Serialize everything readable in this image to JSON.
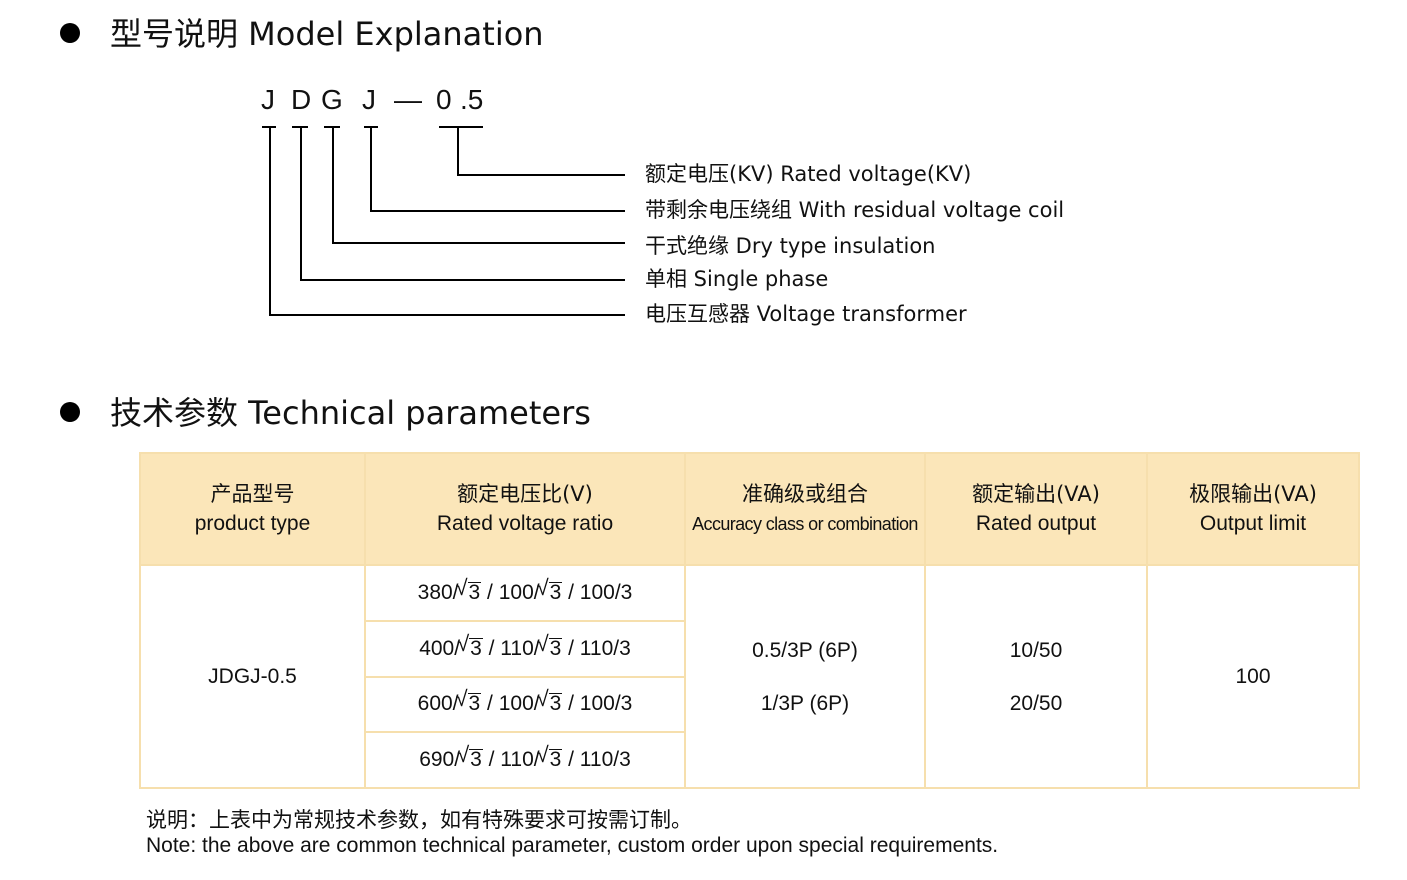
{
  "model_section": {
    "title": "型号说明 Model Explanation",
    "code": [
      "J",
      "D",
      "G",
      "J",
      "—",
      "0",
      ".5"
    ],
    "labels": [
      "额定电压(KV) Rated voltage(KV)",
      "带剩余电压绕组  With residual voltage coil",
      "干式绝缘 Dry type insulation",
      "单相 Single phase",
      "电压互感器 Voltage transformer"
    ]
  },
  "tech_section": {
    "title": "技术参数 Technical parameters",
    "headers": [
      {
        "zh": "产品型号",
        "en": "product type"
      },
      {
        "zh": "额定电压比(V)",
        "en": "Rated voltage ratio"
      },
      {
        "zh": "准确级或组合",
        "en": "Accuracy class or combination"
      },
      {
        "zh": "额定输出(VA)",
        "en": "Rated output"
      },
      {
        "zh": "极限输出(VA)",
        "en": "Output limit"
      }
    ],
    "product_type": "JDGJ-0.5",
    "ratios": [
      {
        "a": "380/",
        "b": "3",
        "c": " / 100/",
        "d": "3",
        "e": " / 100/3"
      },
      {
        "a": "400/",
        "b": "3",
        "c": " / 110/",
        "d": "3",
        "e": " / 110/3"
      },
      {
        "a": "600/",
        "b": "3",
        "c": " / 100/",
        "d": "3",
        "e": " / 100/3"
      },
      {
        "a": "690/",
        "b": "3",
        "c": " / 110/",
        "d": "3",
        "e": " / 110/3"
      }
    ],
    "accuracy": [
      "0.5/3P (6P)",
      "1/3P (6P)"
    ],
    "rated_output": [
      "10/50",
      "20/50"
    ],
    "output_limit": "100"
  },
  "notes": {
    "zh": "说明：上表中为常规技术参数，如有特殊要求可按需订制。",
    "en": "Note:  the above are common technical parameter, custom order upon special requirements."
  },
  "colors": {
    "header_bg": "#fbe6b9",
    "border": "#f6dfad"
  }
}
